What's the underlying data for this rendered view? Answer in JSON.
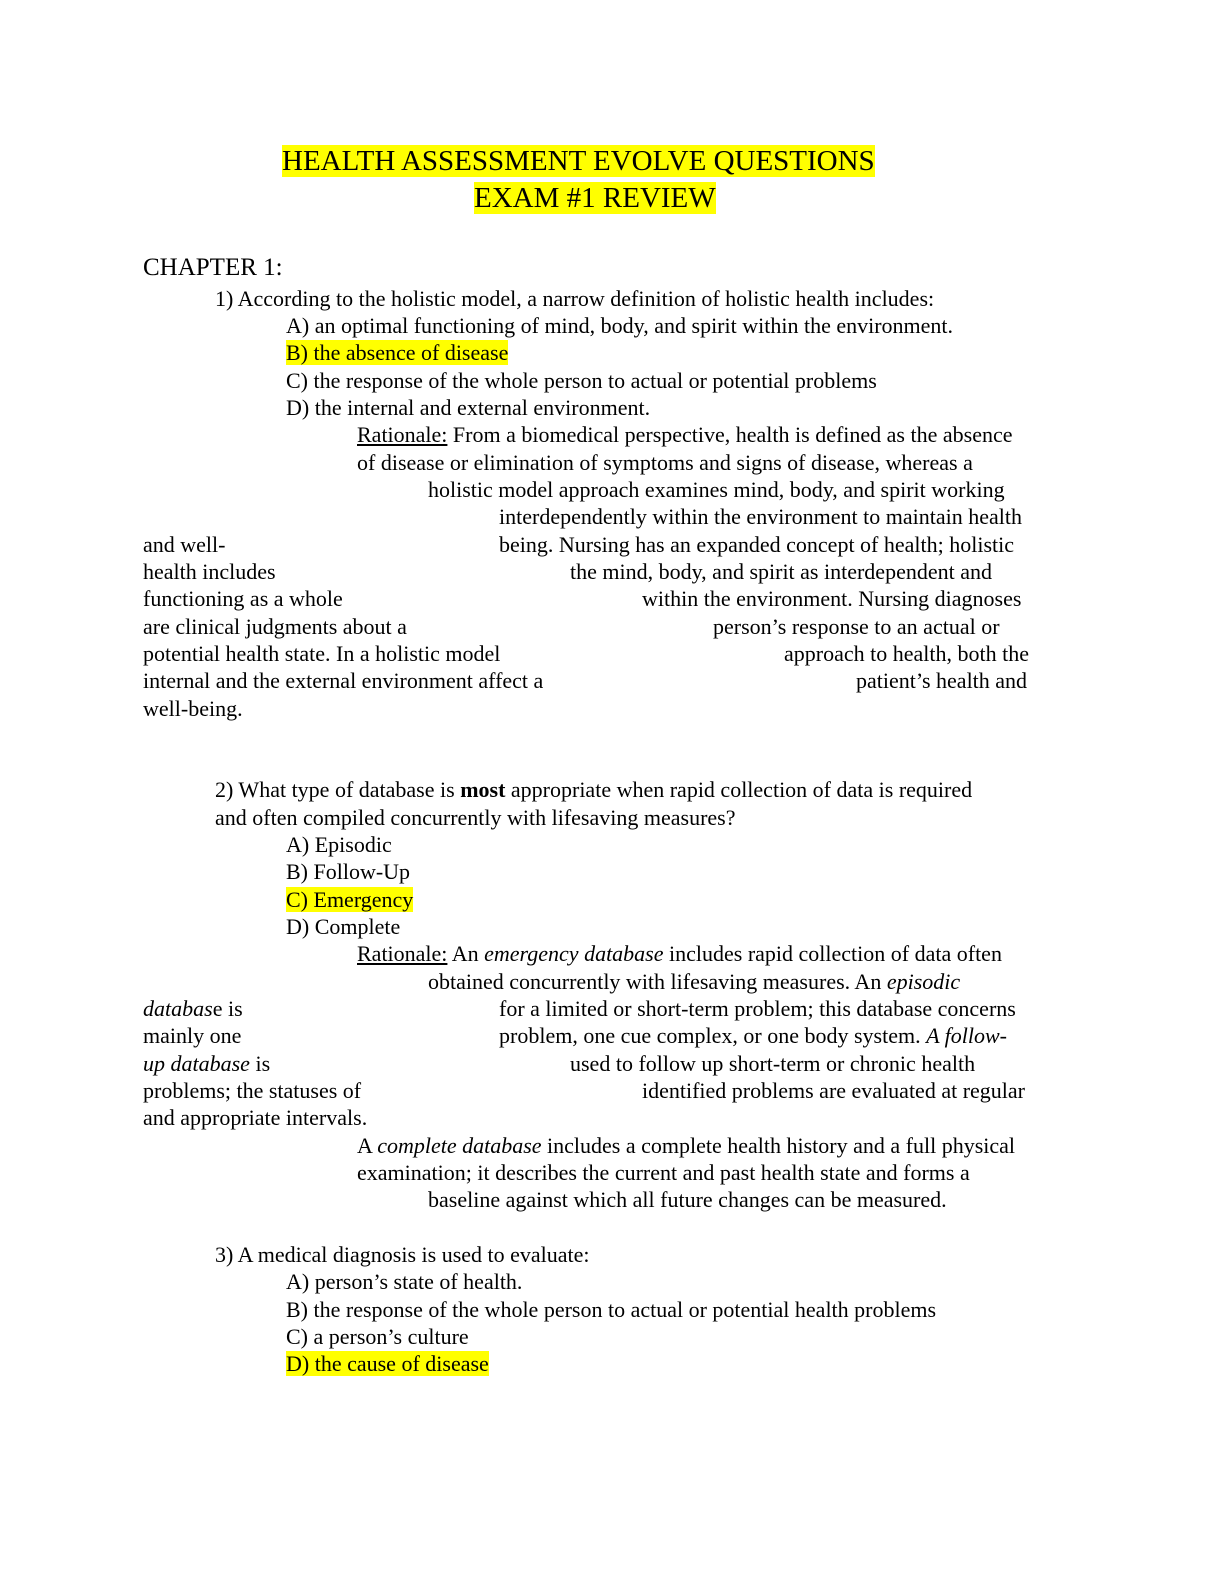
{
  "title": {
    "line1": "HEALTH ASSESSMENT EVOLVE QUESTIONS",
    "line2": "EXAM #1 REVIEW"
  },
  "chapter": "CHAPTER 1:",
  "q1": {
    "question": "1) According to the holistic model, a narrow definition of holistic health includes:",
    "options": [
      "A) an optimal functioning of mind, body, and spirit within the environment.",
      "B) the absence of disease",
      "C) the response of the whole person to actual or potential problems",
      "D) the internal and external environment."
    ],
    "rationale_label": "Rationale:",
    "rationale_lines": [
      " From a biomedical perspective, health is defined as the absence",
      "of disease or elimination of symptoms and signs of disease, whereas a",
      "holistic model approach examines mind, body, and spirit working",
      "interdependently within the environment to maintain health",
      "being. Nursing has an expanded concept of health; holistic",
      "the mind, body, and spirit as interdependent and",
      "within the environment. Nursing diagnoses",
      "person’s response to an actual or",
      "approach to health, both the",
      "patient’s health and"
    ],
    "left_fragments": [
      "and well-",
      "health includes",
      "functioning as a whole",
      "are clinical judgments about a",
      "potential health state. In a holistic model",
      "internal and the external environment affect a",
      "well-being."
    ]
  },
  "q2": {
    "question_pre": "2) What type of database is ",
    "question_bold": "most",
    "question_post": " appropriate when rapid collection of data is required",
    "question_line2": "and often compiled concurrently with lifesaving measures?",
    "options": [
      "A) Episodic",
      "B) Follow-Up",
      "C) Emergency",
      "D) Complete"
    ],
    "rationale_label": "Rationale:",
    "r1_pre": " An ",
    "r1_italic": "emergency database",
    "r1_post": " includes rapid collection of data often",
    "r2_pre": "obtained concurrently with lifesaving measures. An ",
    "r2_italic": "episodic",
    "r3": "for a limited or short-term problem; this database concerns",
    "r4_pre": "problem, one cue complex, or one body system. ",
    "r4_italic": "A follow-",
    "r5": "used to follow up short-term or chronic health",
    "r6": "identified problems are evaluated at regular",
    "left1_italic": "databas",
    "left1_rest": "e is",
    "left2": "mainly one",
    "left3_italic": "up database",
    "left3_rest": " is",
    "left4": "problems; the statuses of",
    "left5": "and appropriate intervals.",
    "r7_pre": "A ",
    "r7_italic": "complete database",
    "r7_post": " includes a complete health history and a full physical",
    "r8": "examination; it describes the current and past health state and forms a",
    "r9": "baseline against which all future changes can be measured."
  },
  "q3": {
    "question": "3) A medical diagnosis is used to evaluate:",
    "options": [
      "A) person’s state of health.",
      "B) the response of the whole person to actual or potential health problems",
      "C) a person’s culture",
      "D) the cause of disease"
    ]
  }
}
